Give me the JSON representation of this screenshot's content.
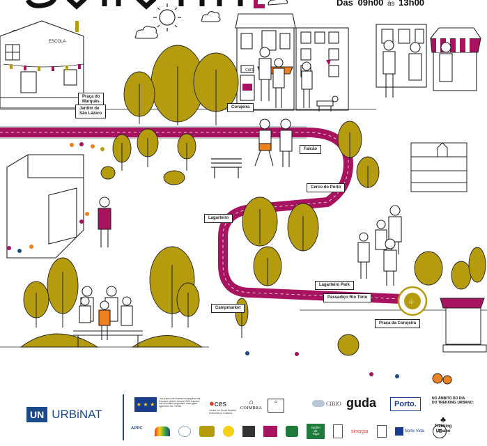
{
  "header": {
    "title_fragment": "SAIA AIAIA",
    "subtitle_left": "Das",
    "subtitle_bold1": "09h00",
    "subtitle_mid": "às",
    "subtitle_bold2": "13h00"
  },
  "scene": {
    "school_label": "ESCOLA",
    "cafe_label": "CAFÉ",
    "signs": {
      "praca_marques": "Praça do\nMarquês",
      "jardim_lazaro": "Jardim de\nSão Lázaro",
      "corujeira": "Corujeira",
      "falcao": "Falcão",
      "cerco_porto": "Cerco do Porto",
      "lagarteiro": "Lagarteiro",
      "lagarteiro_park": "Lagarteiro Park",
      "passadico": "Passadiço Rio Tinto",
      "campmarket": "Campmarket",
      "praca_corujeira": "Praça da Corujeira"
    }
  },
  "footer": {
    "urbinat_un": "UN",
    "urbinat_name": "URBiNAT",
    "eu_text": "This project has received funding from the European Union's Horizon 2020 research and innovation programme under grant agreement No 776783.",
    "ces_name": "ces",
    "ces_sub": "Centre for Social Studies University of Coimbra",
    "coimbra": "COIMBRA",
    "cibio": "CIBIO",
    "guda": "guda",
    "porto": "Porto.",
    "ambito_line1": "NO ÂMBITO DO DIA",
    "ambito_line2": "DO TREKKING URBANO:",
    "trekking_line1": "Trekking",
    "trekking_line2": "Urbano",
    "appc": "APPC",
    "jardim_yoga_1": "Jardim",
    "jardim_yoga_2": "de",
    "jardim_yoga_3": "Yoga",
    "sinergia": "sinergia",
    "norte_vida": "Norte Vida"
  },
  "colors": {
    "path": "#a8135f",
    "tree": "#b59b0e",
    "line": "#222222",
    "orange": "#f0801e",
    "porto_blue": "#1a3c8c",
    "urbinat_blue": "#1b4a8a"
  }
}
